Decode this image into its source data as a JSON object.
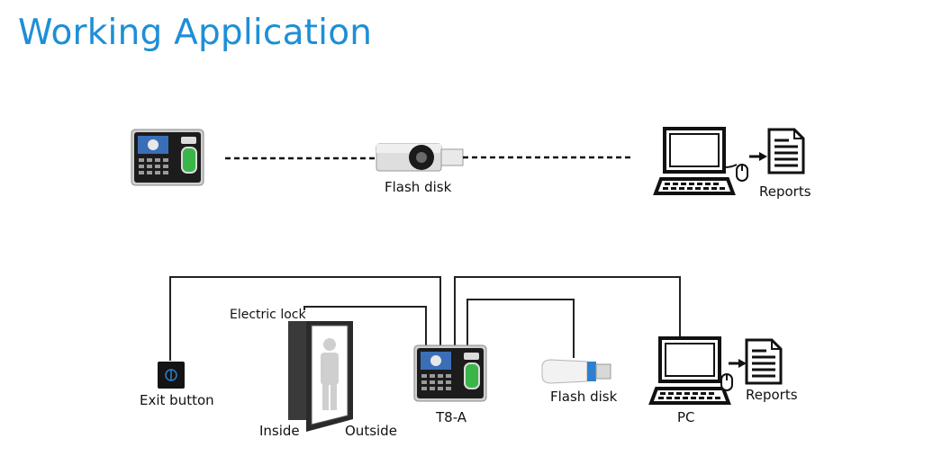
{
  "title": "Working Application",
  "labels": {
    "flash_disk_top": "Flash disk",
    "reports_top": "Reports",
    "electric_lock": "Electric lock",
    "exit_button": "Exit button",
    "inside": "Inside",
    "outside": "Outside",
    "device": "T8-A",
    "flash_disk_bottom": "Flash disk",
    "pc": "PC",
    "reports_bottom": "Reports"
  },
  "colors": {
    "title": "#1e8fd6",
    "line": "#222222",
    "usb_blue": "#2f7fd0",
    "fingerprint_green": "#39b54a"
  },
  "icons": [
    "attendance-terminal-icon",
    "flash-drive-icon",
    "computer-icon",
    "mouse-icon",
    "report-document-icon",
    "exit-button-icon",
    "door-icon",
    "person-icon"
  ]
}
